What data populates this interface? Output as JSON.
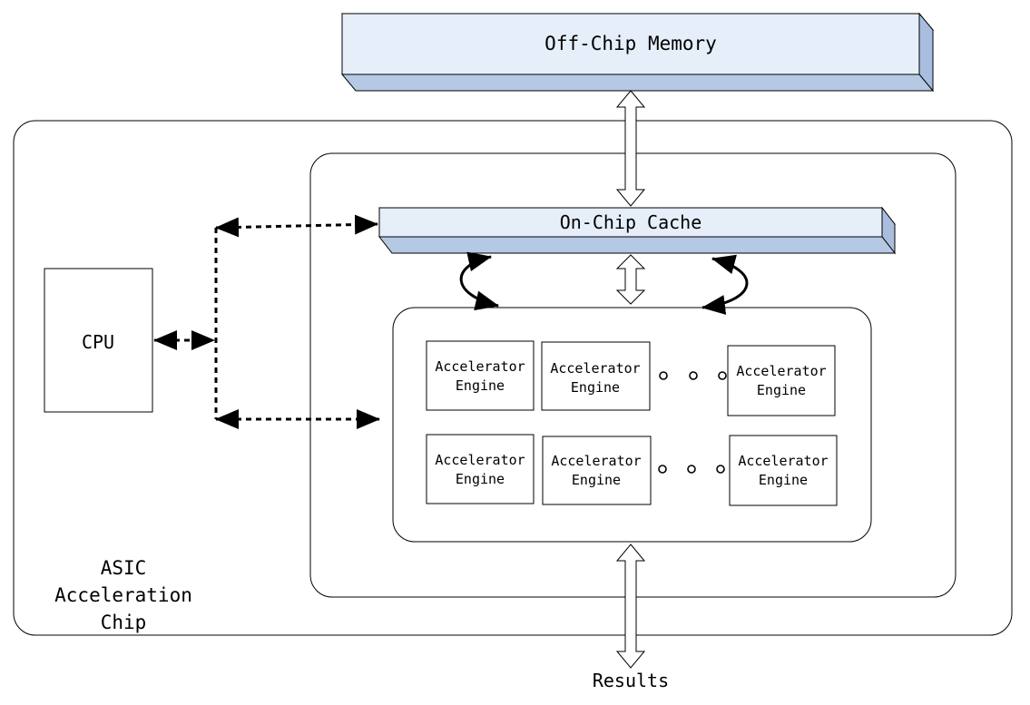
{
  "diagram": {
    "off_chip_memory": "Off-Chip Memory",
    "on_chip_cache": "On-Chip Cache",
    "cpu": "CPU",
    "chip_label": [
      "ASIC",
      "Acceleration",
      "Chip"
    ],
    "results": "Results",
    "engine_label": [
      "Accelerator",
      "Engine"
    ]
  },
  "colors": {
    "bar_face": "#e6eef9",
    "bar_shade": "#b5c8e4",
    "stroke": "#000000"
  }
}
